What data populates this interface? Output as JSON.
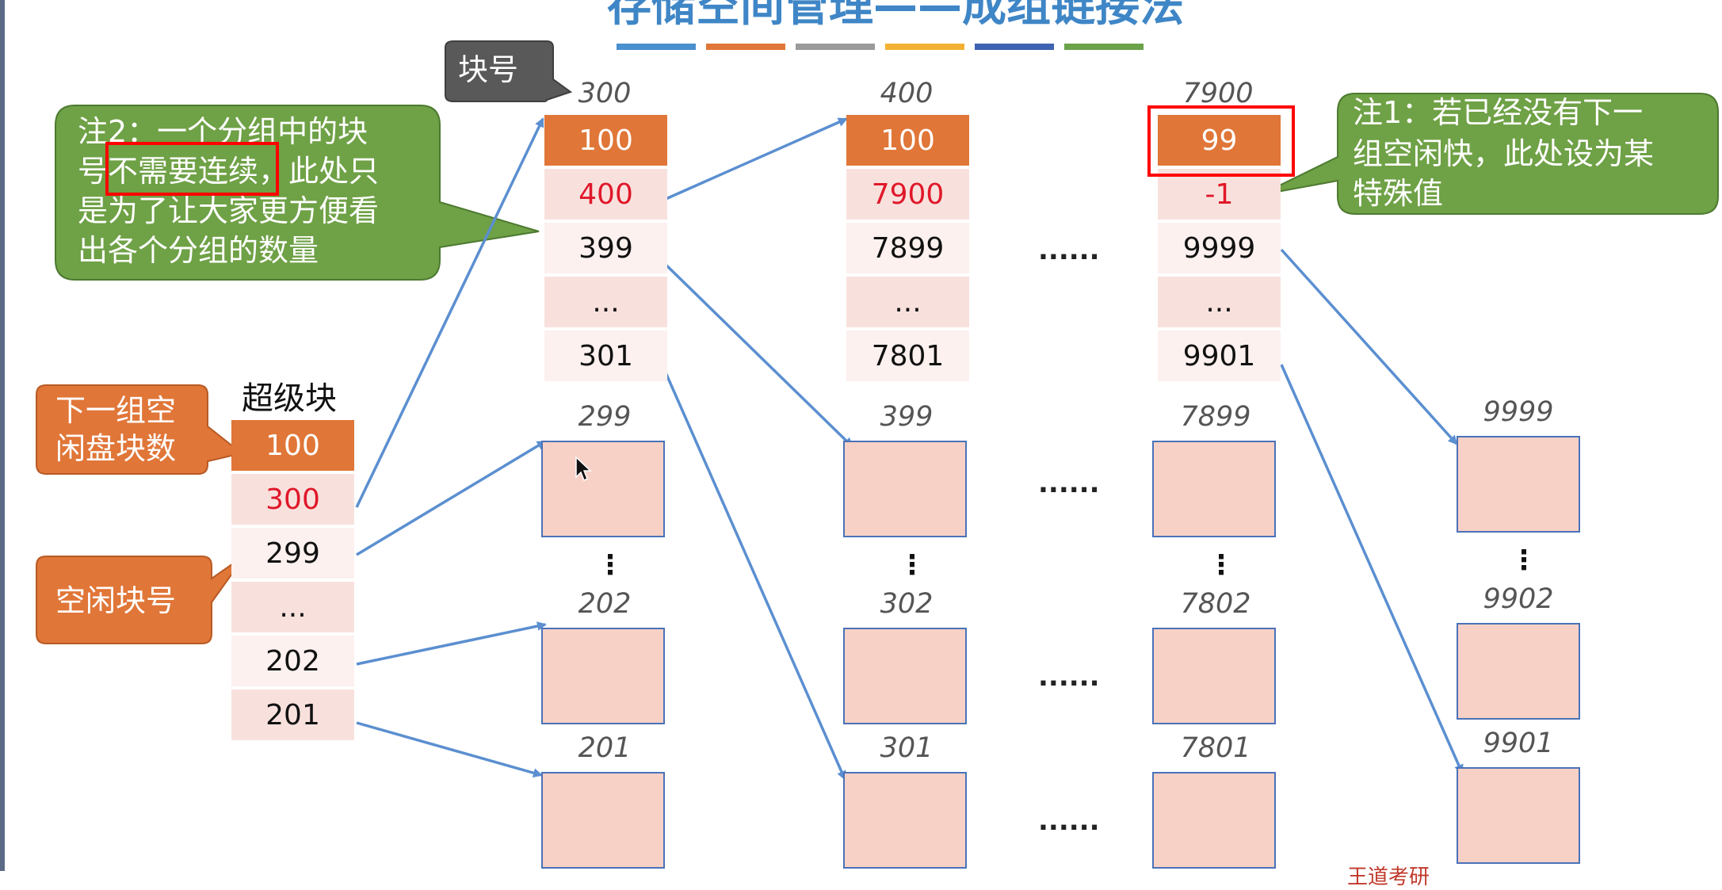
{
  "title": "存储空间管理——成组链接法",
  "stripe_colors": [
    "#4a8fce",
    "#e07638",
    "#9a9a9a",
    "#f2b134",
    "#3e63b3",
    "#6ba24a"
  ],
  "superblock": {
    "heading": "超级块",
    "cells": [
      "100",
      "300",
      "299",
      "...",
      "202",
      "201"
    ]
  },
  "groups": [
    {
      "label": "300",
      "cells": [
        "100",
        "400",
        "399",
        "...",
        "301"
      ]
    },
    {
      "label": "400",
      "cells": [
        "100",
        "7900",
        "7899",
        "...",
        "7801"
      ]
    },
    {
      "label": "7900",
      "cells": [
        "99",
        "-1",
        "9999",
        "...",
        "9901"
      ]
    }
  ],
  "free_block_columns": [
    {
      "labels": [
        "299",
        "202",
        "201"
      ]
    },
    {
      "labels": [
        "399",
        "302",
        "301"
      ]
    },
    {
      "labels": [
        "7899",
        "7802",
        "7801"
      ]
    },
    {
      "labels": [
        "9999",
        "9902",
        "9901"
      ]
    }
  ],
  "ellipsis": "......",
  "vdots": "⋮",
  "callouts": {
    "block_no": "块号",
    "next_group_count": "下一组空闲盘块数",
    "next_group_count_line1": "下一组空",
    "next_group_count_line2": "闲盘块数",
    "free_block_no": "空闲块号",
    "note2_line1": "注2：一个分组中的块",
    "note2_line2": "号不需要连续，此处只",
    "note2_line3": "是为了让大家更方便看",
    "note2_line4": "出各个分组的数量",
    "note1_line1": "注1：若已经没有下一",
    "note1_line2": "组空闲快，此处设为某",
    "note1_line3": "特殊值"
  },
  "colors": {
    "orange": "#e07638",
    "light_pink": "#f8e1dd",
    "block_pink": "#f7d1c6",
    "green": "#6fa146",
    "gray": "#595959",
    "arrow": "#5b8fd0",
    "red": "#e0182a"
  },
  "footer_text": "王道考研"
}
